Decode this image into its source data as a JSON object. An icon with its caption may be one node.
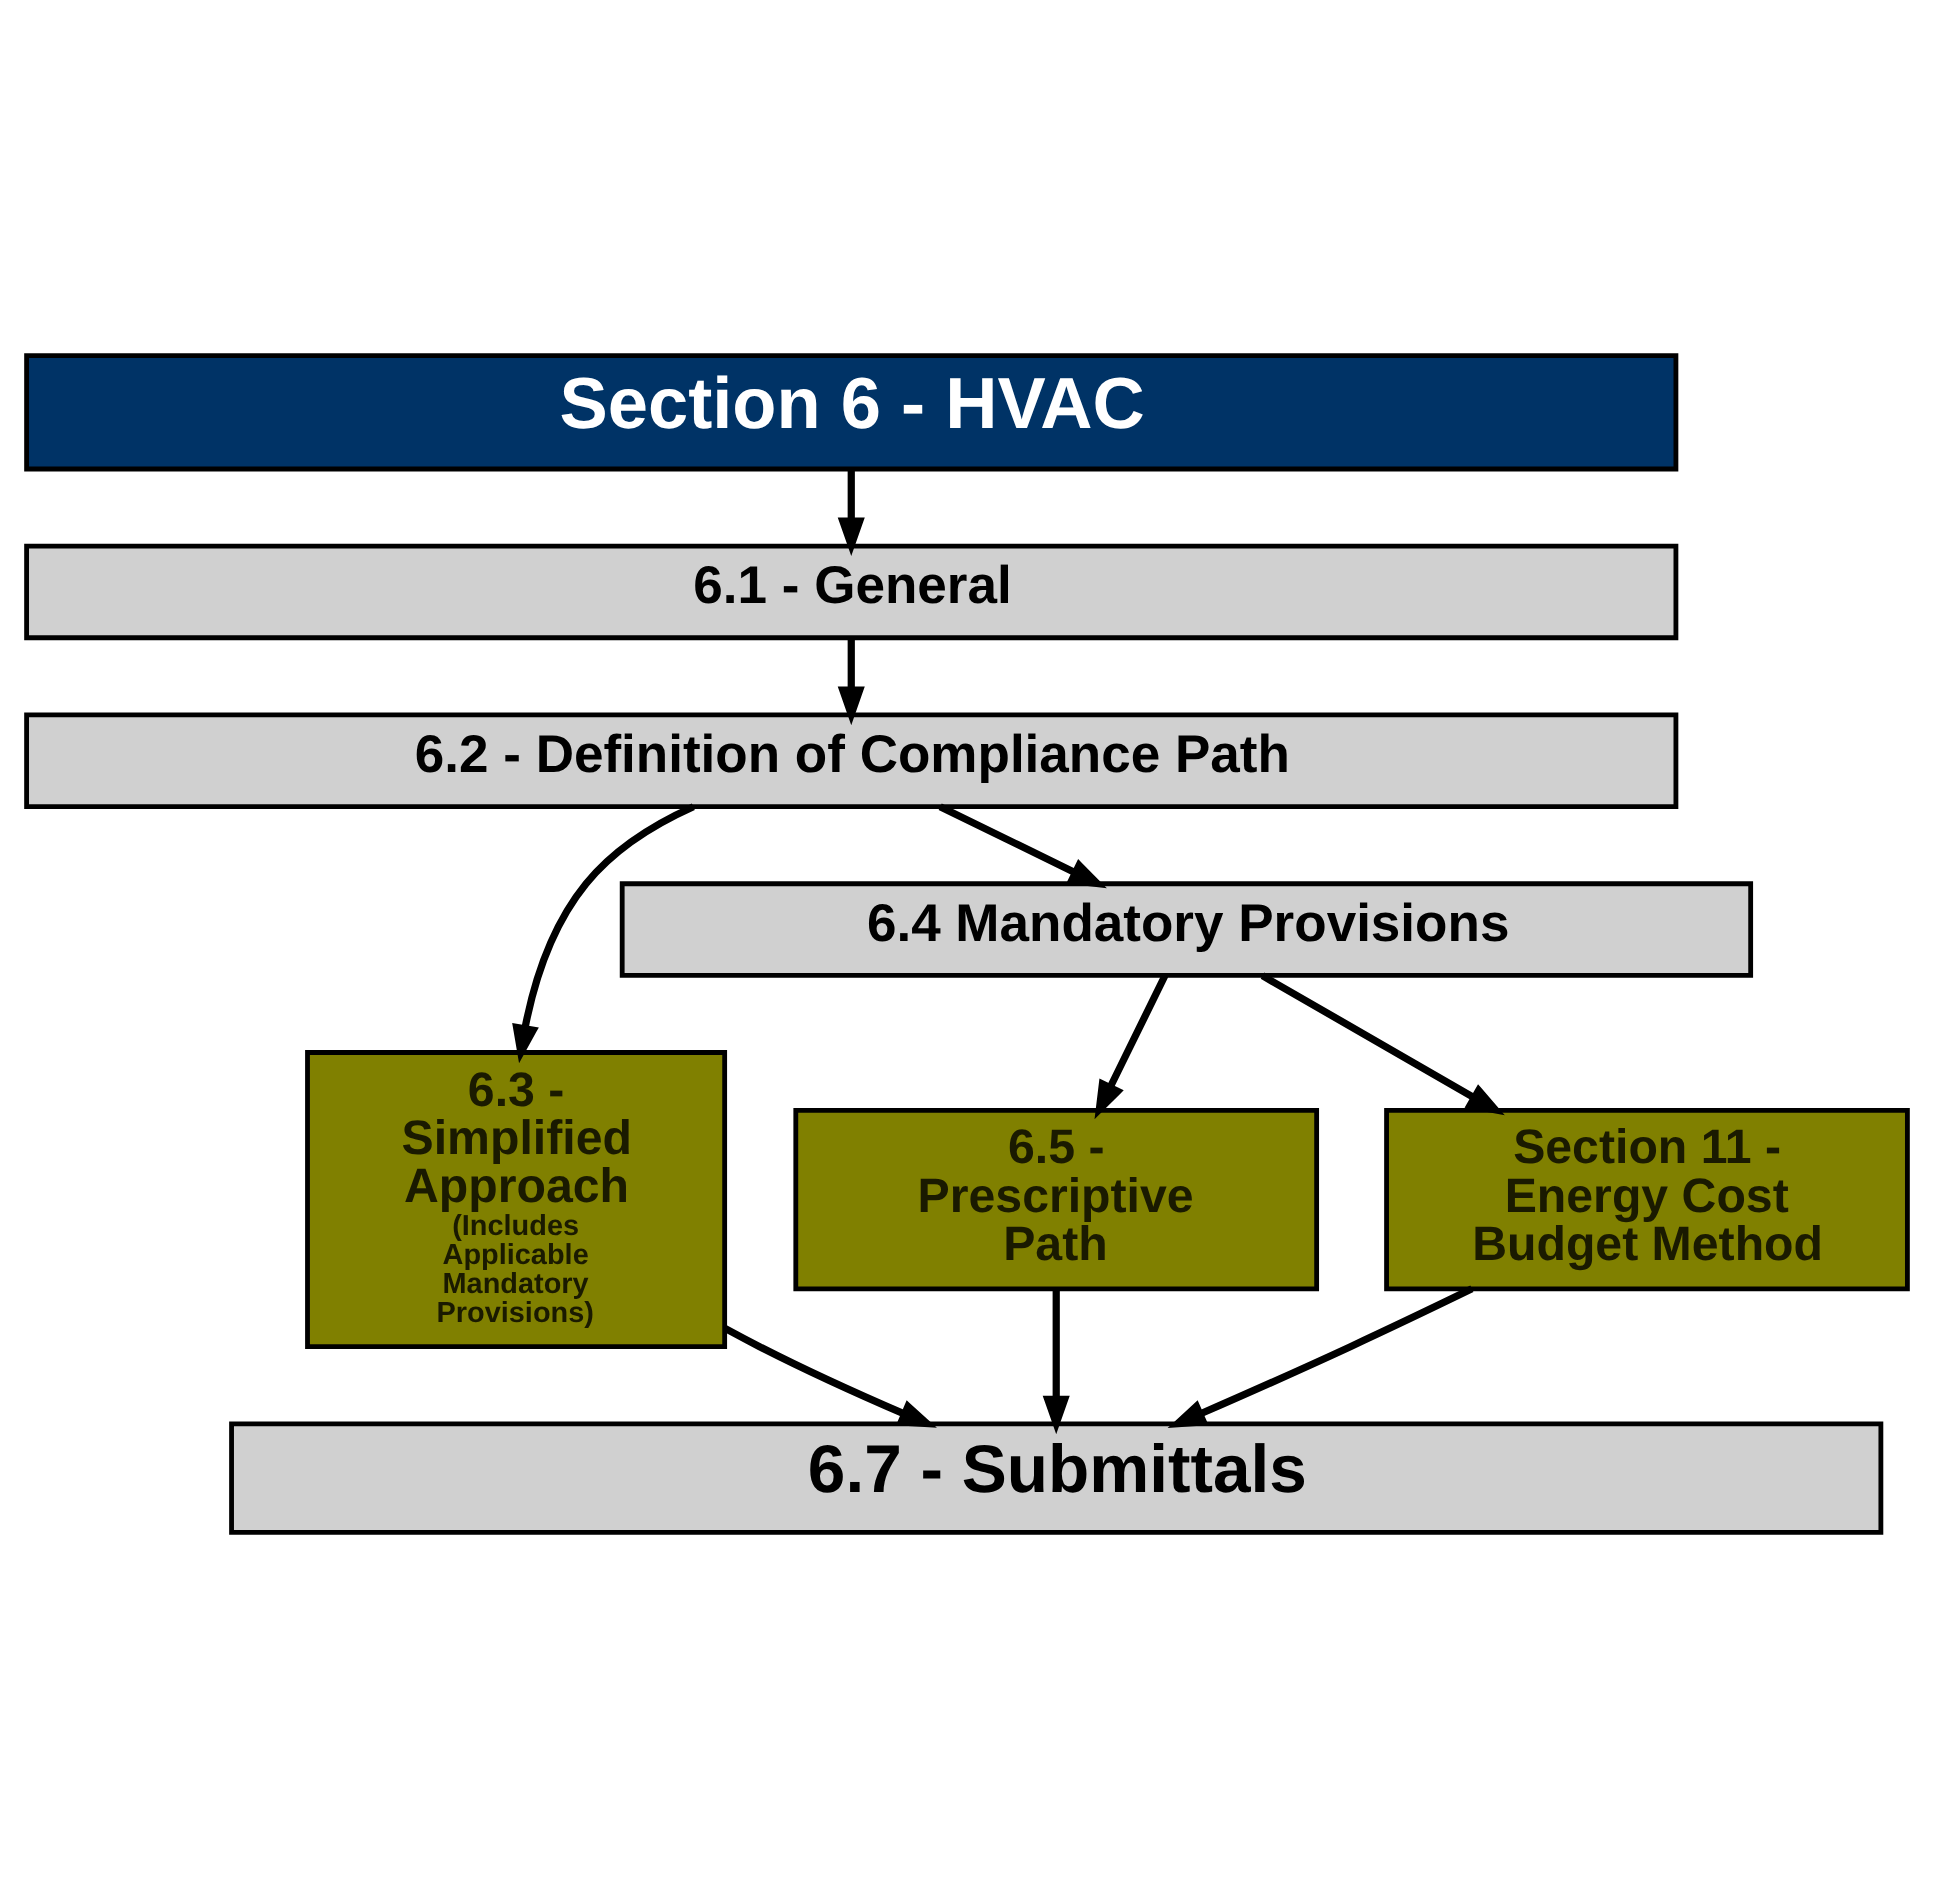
{
  "diagram": {
    "nodes": [
      {
        "text": [
          "Section 6 - HVAC"
        ]
      },
      {
        "text": [
          "6.1 - General"
        ]
      },
      {
        "text": [
          "6.2 - Definition of Compliance Path"
        ]
      },
      {
        "text": [
          "6.3 - Simplified Approach",
          "(Includes Applicable Mandatory Provisions)"
        ]
      },
      {
        "text": [
          "6.4 Mandatory Provisions"
        ]
      },
      {
        "text": [
          "6.5 - Prescriptive Path"
        ]
      },
      {
        "text": [
          "Section 11 - Energy Cost Budget Method"
        ]
      },
      {
        "text": [
          "6.7 - Submittals"
        ]
      }
    ],
    "edges": [
      {
        "from": 0,
        "to": 1,
        "arrow": "to"
      },
      {
        "from": 1,
        "to": 2,
        "arrow": "to"
      },
      {
        "from": 2,
        "to": 3,
        "arrow": "to"
      },
      {
        "from": 2,
        "to": 4,
        "arrow": "to"
      },
      {
        "from": 4,
        "to": 5,
        "arrow": "to"
      },
      {
        "from": 4,
        "to": 6,
        "arrow": "to"
      },
      {
        "from": 3,
        "to": 7,
        "arrow": "to"
      },
      {
        "from": 5,
        "to": 7,
        "arrow": "to"
      },
      {
        "from": 6,
        "to": 7,
        "arrow": "to"
      }
    ]
  }
}
